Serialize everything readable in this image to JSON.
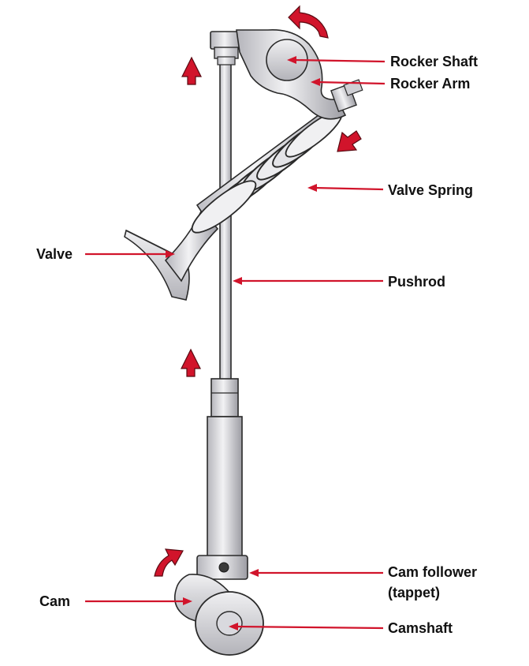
{
  "labels": {
    "rocker_shaft": "Rocker Shaft",
    "rocker_arm": "Rocker Arm",
    "valve_spring": "Valve Spring",
    "valve": "Valve",
    "pushrod": "Pushrod",
    "cam_follower_line1": "Cam follower",
    "cam_follower_line2": "(tappet)",
    "cam": "Cam",
    "camshaft": "Camshaft"
  },
  "colors": {
    "metal_light": "#e9e9ec",
    "metal_mid": "#cfcfd4",
    "metal_dark": "#9a9aa0",
    "outline": "#2a2a2a",
    "arrow_red": "#d1142b",
    "leader_red": "#d1142b",
    "text": "#111111"
  }
}
